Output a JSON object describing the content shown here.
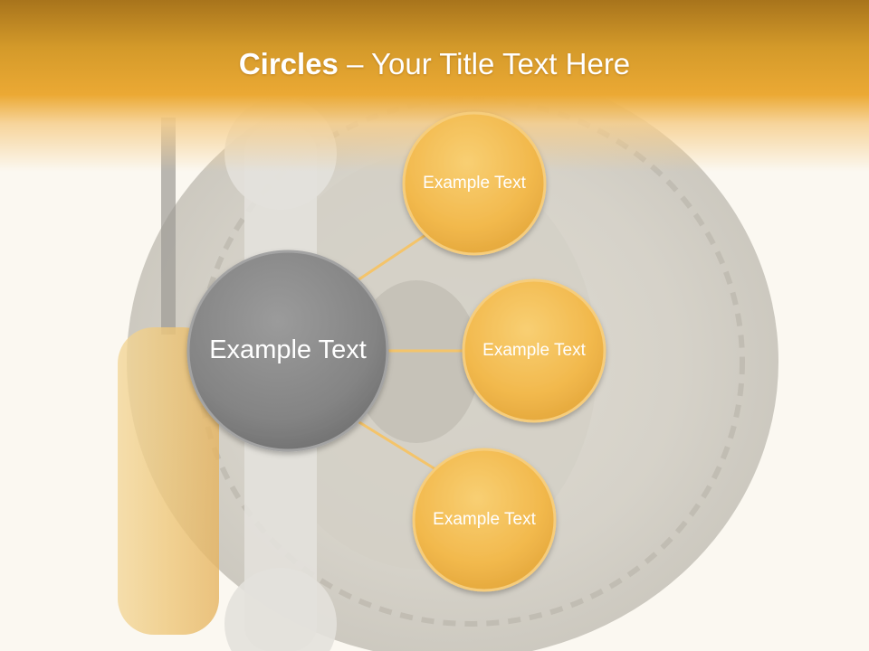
{
  "title": {
    "bold": "Circles",
    "separator": " – ",
    "rest": "Your Title Text Here"
  },
  "diagram": {
    "center": {
      "label": "Example Text"
    },
    "satellites": [
      {
        "label": "Example Text"
      },
      {
        "label": "Example Text"
      },
      {
        "label": "Example Text"
      }
    ]
  },
  "colors": {
    "header_accent": "#eba934",
    "satellite_fill": "#f2b94d",
    "center_fill": "#858585",
    "connector": "#f4c46a"
  },
  "background_image": "wrench-screwdriver-tire-illustration"
}
